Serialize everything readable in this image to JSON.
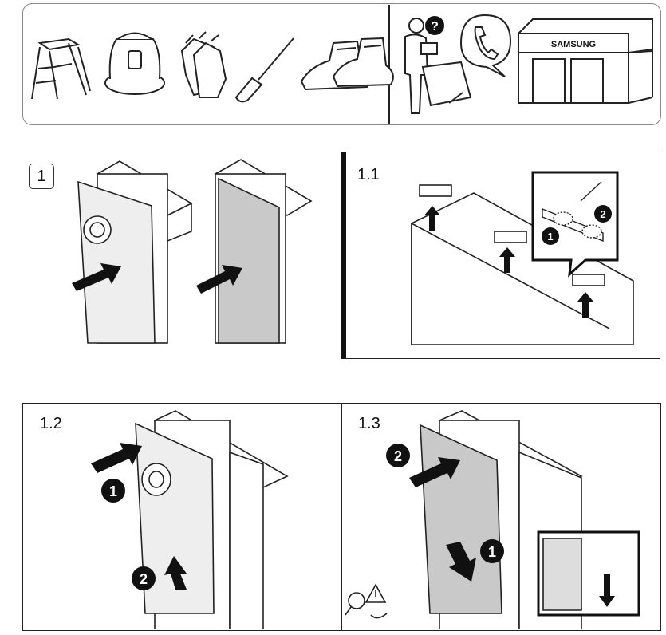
{
  "tools": {
    "items": [
      "step-ladder",
      "suction-cup",
      "gloves",
      "screwdriver",
      "safety-shoes"
    ],
    "store_sign": "SAMSUNG",
    "help_badge": "?"
  },
  "step1": {
    "label": "1"
  },
  "step1_1": {
    "label": "1.1",
    "badge1": "1",
    "badge2": "2"
  },
  "step1_2": {
    "label": "1.2",
    "badge1": "1",
    "badge2": "2"
  },
  "step1_3": {
    "label": "1.3",
    "badge1": "1",
    "badge2": "2"
  }
}
